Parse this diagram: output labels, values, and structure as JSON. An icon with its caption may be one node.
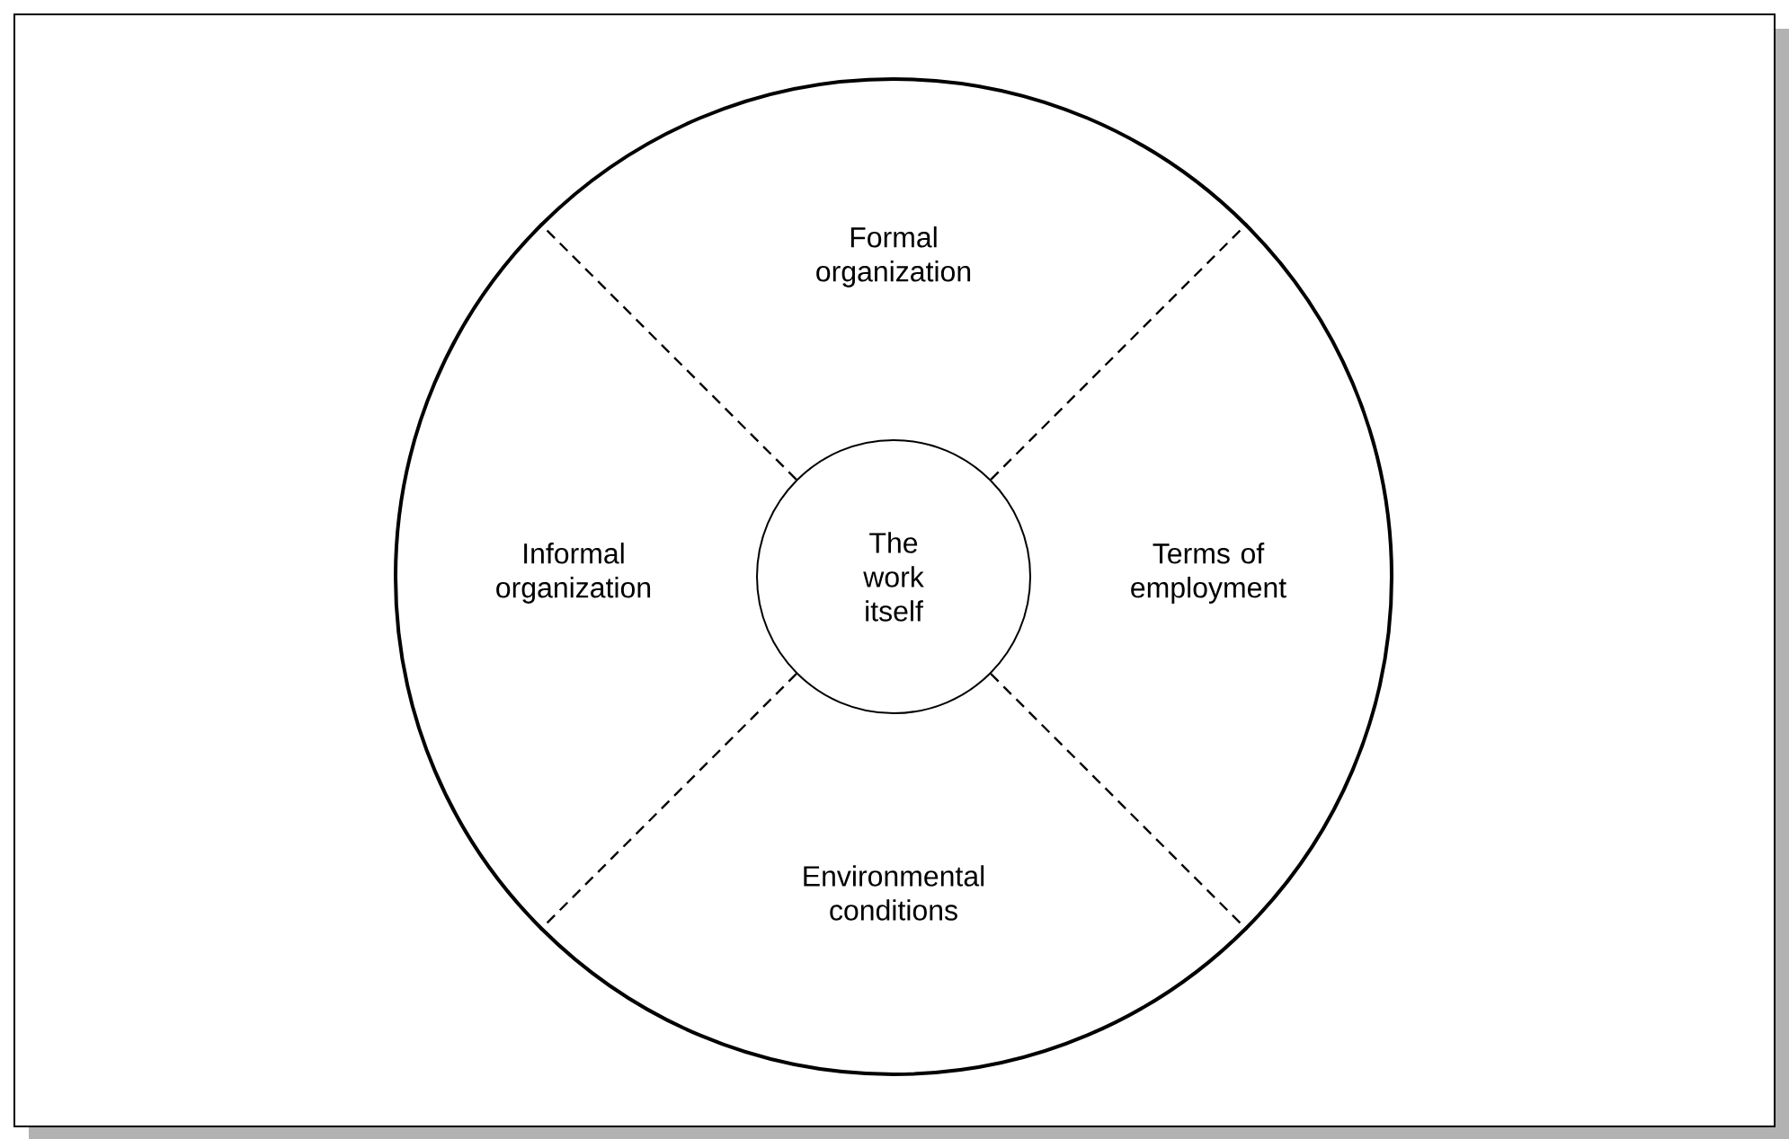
{
  "diagram": {
    "nodes": [
      {
        "text": [],
        "shape": "circle"
      },
      {
        "text": [
          "The work itself"
        ],
        "in": 0
      }
    ],
    "edges": [
      {
        "from": 1,
        "to": 0,
        "arrow": "none",
        "style": "dashed"
      },
      {
        "from": 1,
        "to": 0,
        "arrow": "none",
        "style": "dashed"
      },
      {
        "from": 1,
        "to": 0,
        "arrow": "none",
        "style": "dashed"
      },
      {
        "from": 1,
        "to": 0,
        "arrow": "none",
        "style": "dashed"
      }
    ],
    "labels": [
      "Formal organization",
      "Informal organization",
      "Terms of employment",
      "Environmental conditions"
    ]
  }
}
